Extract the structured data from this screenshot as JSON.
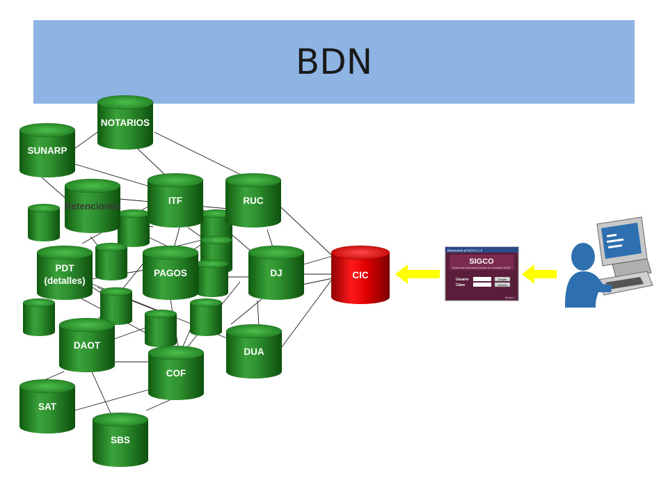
{
  "title": "BDN",
  "colors": {
    "banner": "#8eb4e3",
    "db_green": "#2e8b2e",
    "db_red": "#e00000",
    "arrow_yellow": "#ffff00",
    "person_blue": "#2e6fb0"
  },
  "nodes": [
    {
      "id": "notarios",
      "label": "NOTARIOS"
    },
    {
      "id": "sunarp",
      "label": "SUNARP"
    },
    {
      "id": "retenciones",
      "label": "Retenciones"
    },
    {
      "id": "itf",
      "label": "ITF"
    },
    {
      "id": "ruc",
      "label": "RUC"
    },
    {
      "id": "pdt",
      "label": "PDT",
      "label2": "(detalles)"
    },
    {
      "id": "pagos",
      "label": "PAGOS"
    },
    {
      "id": "dj",
      "label": "DJ"
    },
    {
      "id": "daot",
      "label": "DAOT"
    },
    {
      "id": "dua",
      "label": "DUA"
    },
    {
      "id": "cof",
      "label": "COF"
    },
    {
      "id": "sat",
      "label": "SAT"
    },
    {
      "id": "sbs",
      "label": "SBS"
    },
    {
      "id": "cic",
      "label": "CIC"
    }
  ],
  "sigco": {
    "window_title": "Bienvenido al SIGCO 1.0",
    "app_name": "SIGCO",
    "subtitle": "Sistema de Información General de Consultas SUNAT",
    "user_label": "Usuario",
    "key_label": "Clave",
    "accept_button": "Aceptar",
    "cancel_button": "Cancelar",
    "version": "Versión 1"
  },
  "icons": [
    "sigco-login-window",
    "arrow-left-icon",
    "person-at-computer-icon"
  ]
}
